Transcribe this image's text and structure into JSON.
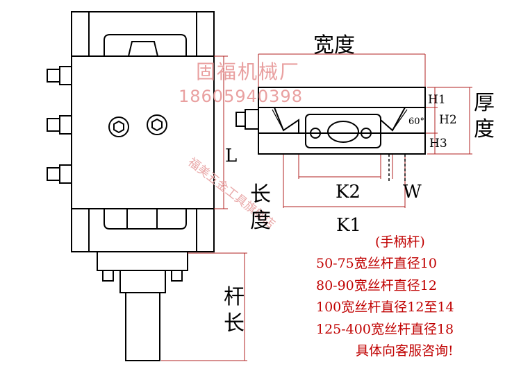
{
  "watermark": {
    "company": "固福机械厂",
    "phone": "18605940398",
    "shop": "福美五金工具旗舰店"
  },
  "labels": {
    "width": "宽度",
    "thickness": "厚度",
    "length": "长度",
    "L": "L",
    "H1": "H1",
    "H2": "H2",
    "H3": "H3",
    "K1": "K1",
    "K2": "K2",
    "W": "W",
    "angle": "60°",
    "rod_length": "杆长"
  },
  "notes": {
    "title": "(手柄杆)",
    "lines": [
      "50-75宽丝杆直径10",
      "80-90宽丝杆直径12",
      "100宽丝杆直径12至14",
      "125-400宽丝杆直径18",
      "具体向客服咨询!"
    ]
  }
}
